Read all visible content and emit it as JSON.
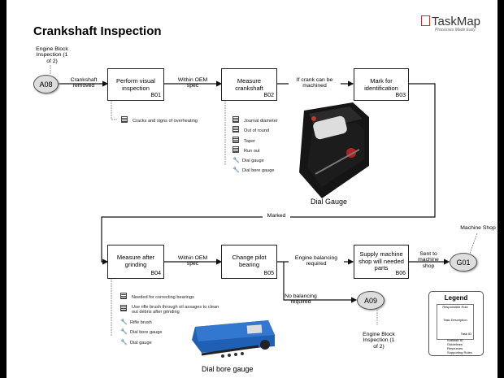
{
  "title": "Crankshaft Inspection",
  "brand": {
    "name": "TaskMap",
    "tagline": "Processes Made Easy"
  },
  "nodes": {
    "a08": "A08",
    "a08_note": "Engine Block Inspection (1 of 2)",
    "b01_label": "Perform visual inspection",
    "b01_id": "B01",
    "b02_label": "Measure crankshaft",
    "b02_id": "B02",
    "b03_label": "Mark for identification",
    "b03_id": "B03",
    "b04_label": "Measure after grinding",
    "b04_id": "B04",
    "b05_label": "Change pilot bearing",
    "b05_id": "B05",
    "b06_label": "Supply machine shop will needed parts",
    "b06_id": "B06",
    "g01": "G01",
    "g01_note": "Machine Shop",
    "a09": "A09",
    "a09_note": "Engine Block Inspection (1 of 2)"
  },
  "edges": {
    "e1": "Crankshaft removed",
    "e2": "Within OEM spec",
    "e3": "If crank can be machined",
    "e4": "Marked",
    "e5": "Within OEM spec",
    "e6": "Engine balancing required",
    "e7": "Sent to machine shop",
    "e8": "No balancing required"
  },
  "lists": {
    "b01": [
      "Cracks and signs of overheating"
    ],
    "b02": [
      "Journal diameter",
      "Out of round",
      "Taper",
      "Run out",
      "Dial gauge",
      "Dial bore gauge"
    ],
    "b04": [
      "Needed for correcting bearings",
      "Use rifle brush through oil assages to clean out debris after grinding",
      "Rifle brush",
      "Dial bore gauge",
      "Dial gauge"
    ]
  },
  "captions": {
    "dial_gauge": "Dial Gauge",
    "dial_bore_gauge": "Dial bore gauge"
  },
  "legend": {
    "title": "Legend",
    "responsible": "Responsible Role",
    "task_description": "Task Description",
    "task_id": "Task ID",
    "subtask_id": "Subtask ID",
    "guidelines": "Guidelines",
    "resources": "Resources",
    "supporting_roles": "Supporting Roles"
  },
  "colors": {
    "arrow": "#111",
    "node_border": "#222",
    "oval_fill": "#dddddd",
    "case_blue": "#1f5fb4"
  }
}
